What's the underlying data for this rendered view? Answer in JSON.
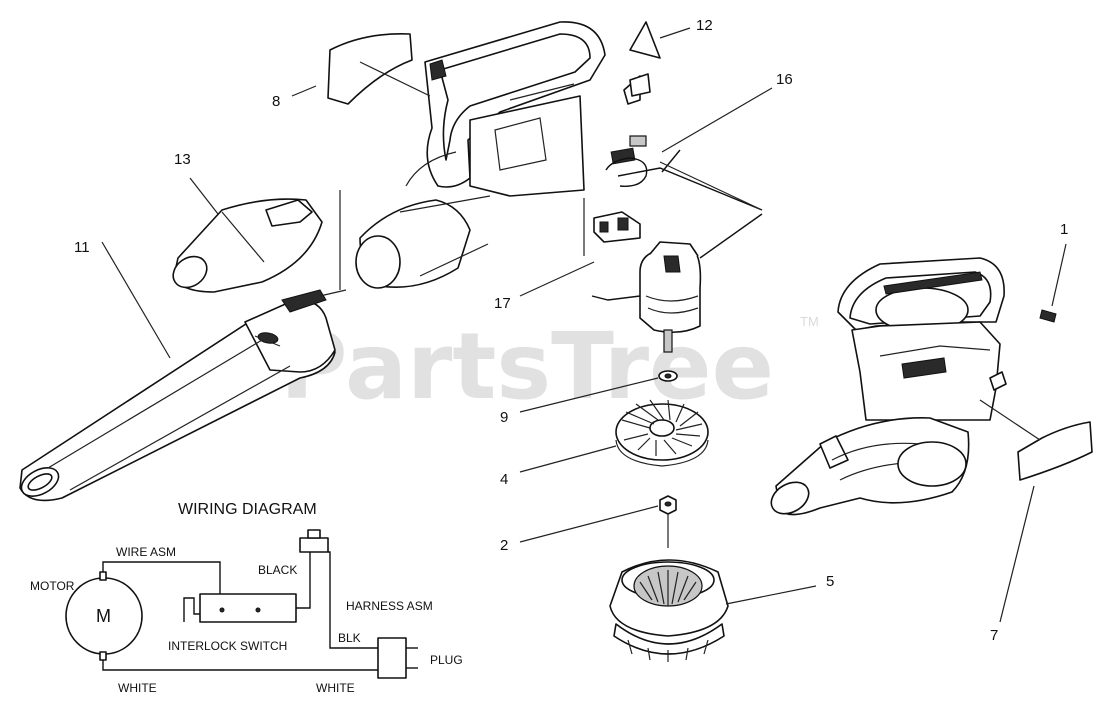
{
  "watermark": {
    "text": "PartsTree",
    "tm": "TM"
  },
  "callouts": [
    {
      "id": "1",
      "label": "1"
    },
    {
      "id": "2",
      "label": "2"
    },
    {
      "id": "4",
      "label": "4"
    },
    {
      "id": "5",
      "label": "5"
    },
    {
      "id": "7",
      "label": "7"
    },
    {
      "id": "8",
      "label": "8"
    },
    {
      "id": "9",
      "label": "9"
    },
    {
      "id": "11",
      "label": "11"
    },
    {
      "id": "12",
      "label": "12"
    },
    {
      "id": "13",
      "label": "13"
    },
    {
      "id": "16",
      "label": "16"
    },
    {
      "id": "17",
      "label": "17"
    }
  ],
  "wiring": {
    "title": "WIRING DIAGRAM",
    "motor": "MOTOR",
    "motor_symbol": "M",
    "wire_asm": "WIRE ASM",
    "black": "BLACK",
    "harness_asm": "HARNESS ASM",
    "blk": "BLK",
    "interlock_switch": "INTERLOCK SWITCH",
    "plug": "PLUG",
    "white_left": "WHITE",
    "white_right": "WHITE"
  }
}
